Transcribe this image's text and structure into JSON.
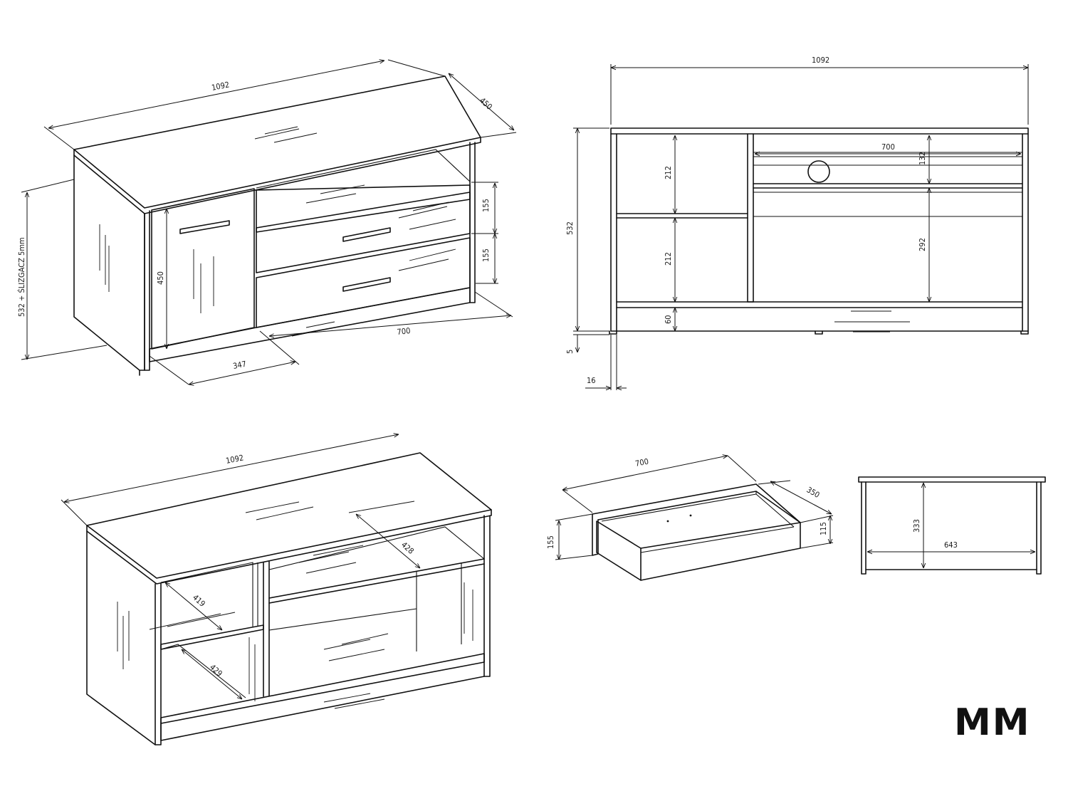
{
  "brand": {
    "logo_text": "MM"
  },
  "view_iso_front": {
    "width": "1092",
    "depth": "450",
    "height": "532 + ŚLIZGACZ 5mm",
    "door_height": "450",
    "drawer_top": "155",
    "drawer_bottom": "155",
    "left_width": "347",
    "right_width": "700"
  },
  "view_front": {
    "width": "1092",
    "height": "532",
    "glide": "5",
    "board": "16",
    "shelf_top_left": "212",
    "shelf_bottom_left": "212",
    "plinth": "60",
    "inner_width": "700",
    "top_compartment": "132",
    "lower_compartment": "292"
  },
  "view_iso_back": {
    "width": "1092",
    "shelf_depth_right": "428",
    "shelf_depth_left_top": "419",
    "shelf_depth_left_bottom": "429"
  },
  "view_drawer": {
    "width": "700",
    "depth": "350",
    "front_height": "155",
    "box_height": "115"
  },
  "view_side": {
    "height": "333",
    "width": "643"
  }
}
